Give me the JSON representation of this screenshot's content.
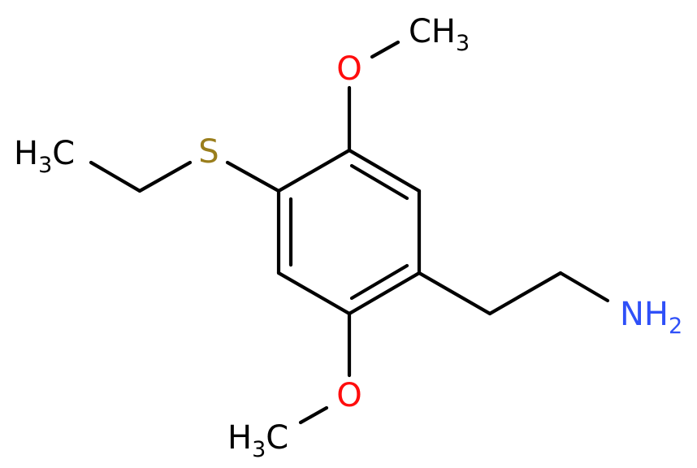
{
  "colors": {
    "bond": "#000000",
    "carbon_label": "#000000",
    "oxygen": "#ff0d0d",
    "sulfur": "#9a7e1c",
    "nitrogen": "#2f50f8"
  },
  "labels": {
    "methyl_top": {
      "main": "CH",
      "sub": "3"
    },
    "oxygen_top": "O",
    "sulfur": "S",
    "ethyl_methyl": {
      "main": "H",
      "sub": "3",
      "tail": "C"
    },
    "amine": {
      "main": "NH",
      "sub": "2"
    },
    "oxygen_bottom": "O",
    "methyl_bottom": {
      "main": "H",
      "sub": "3",
      "tail": "C"
    }
  }
}
